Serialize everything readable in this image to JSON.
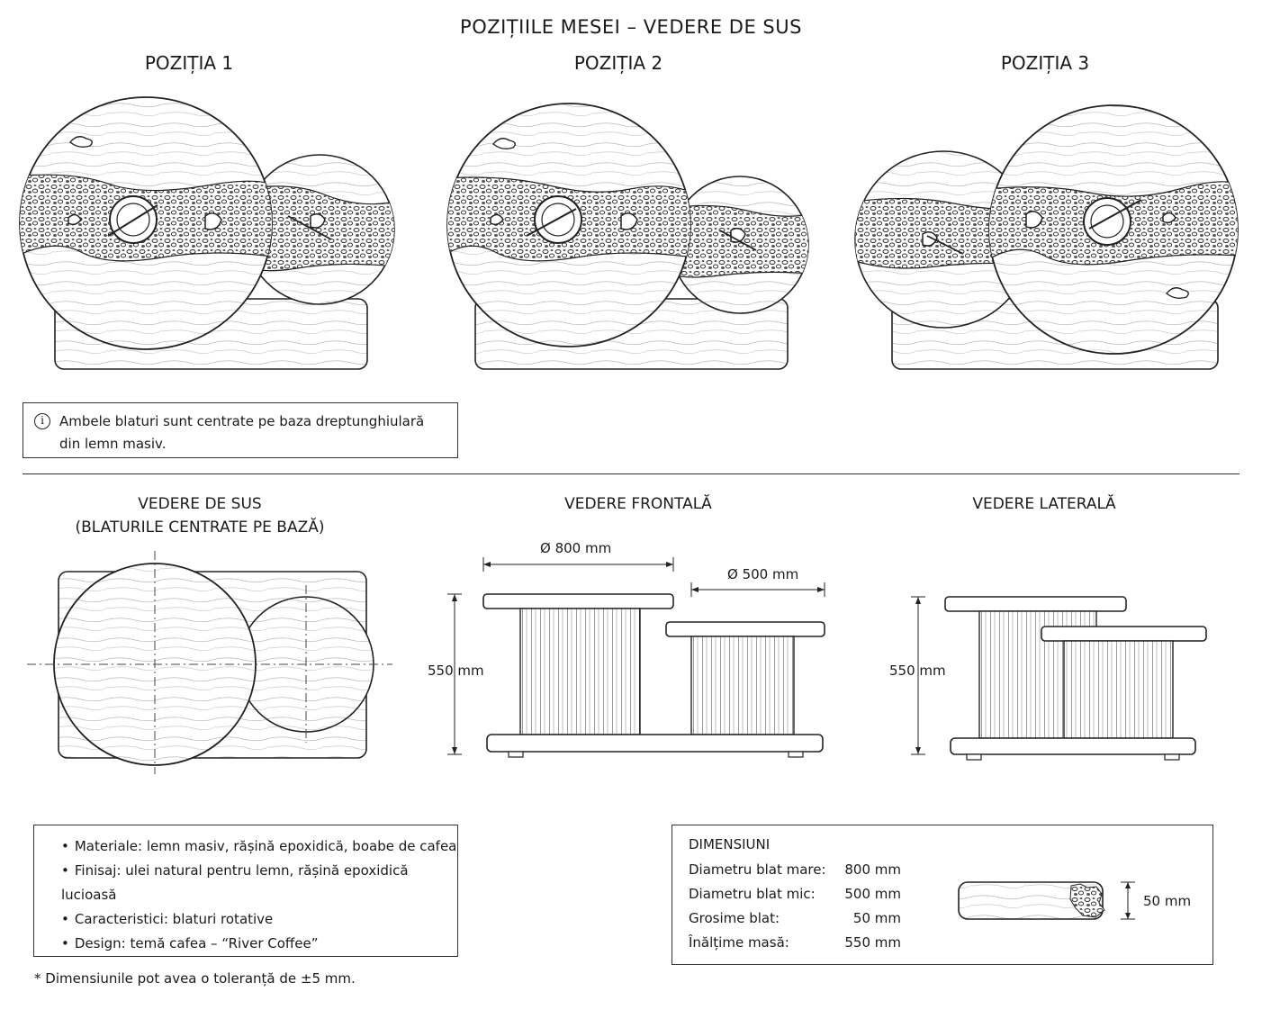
{
  "title": "POZIȚIILE MESEI – VEDERE DE SUS",
  "positions": [
    {
      "label": "POZIȚIA 1"
    },
    {
      "label": "POZIȚIA 2"
    },
    {
      "label": "POZIȚIA 3"
    }
  ],
  "info_note": {
    "icon": "info-icon",
    "text": "Ambele blaturi sunt centrate pe baza dreptunghiulară din lemn masiv."
  },
  "views": {
    "top": {
      "line1": "VEDERE DE SUS",
      "line2": "(BLATURILE CENTRATE PE BAZĂ)"
    },
    "front": {
      "title": "VEDERE FRONTALĂ",
      "dia_large": "Ø 800 mm",
      "dia_small": "Ø 500 mm",
      "height": "550 mm"
    },
    "side": {
      "title": "VEDERE LATERALĂ",
      "height": "550 mm"
    }
  },
  "materials": [
    "Materiale: lemn masiv, rășină epoxidică, boabe de cafea",
    "Finisaj: ulei natural pentru lemn, rășină epoxidică lucioasă",
    "Caracteristici: blaturi rotative",
    "Design: temă cafea – “River Coffee”"
  ],
  "dimensions": {
    "title": "DIMENSIUNI",
    "rows": [
      {
        "label": "Diametru blat mare:",
        "value": "800 mm"
      },
      {
        "label": "Diametru blat mic:",
        "value": "500 mm"
      },
      {
        "label": "Grosime blat:",
        "value": "50 mm"
      },
      {
        "label": "Înălțime masă:",
        "value": "550 mm"
      }
    ],
    "thickness_label": "50 mm"
  },
  "footnote": "* Dimensiunile pot avea o toleranță de ±5 mm."
}
